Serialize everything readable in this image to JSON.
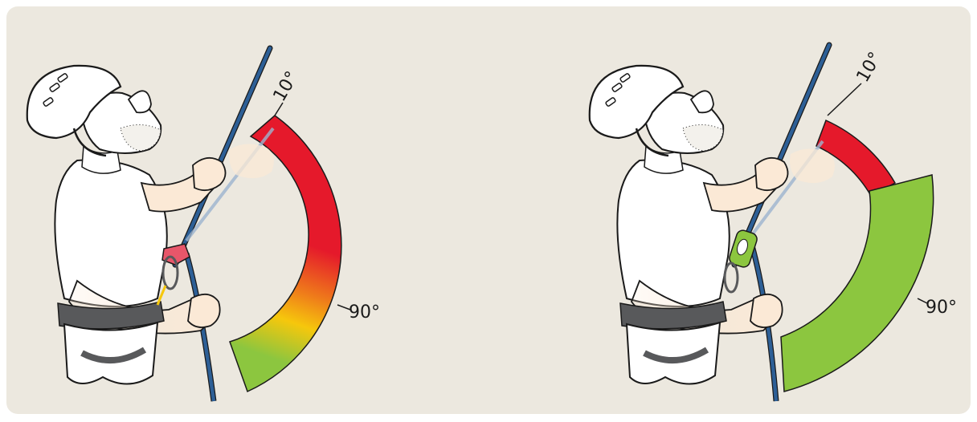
{
  "colors": {
    "background": "#ece8df",
    "rope": "#2d5f96",
    "danger": "#e5192b",
    "warn_orange": "#ef7d1a",
    "warn_yellow": "#f6c70c",
    "safe": "#8cc63f",
    "device_left": "#e8566a",
    "device_right": "#8cc63f",
    "outline": "#1a1a1a",
    "skin": "#fbe9d6",
    "harness": "#58595b"
  },
  "left_figure": {
    "top_label": "10°",
    "bottom_label": "90°",
    "gauge_style": "gradient red to green",
    "device_icon": "belay-device-red-icon"
  },
  "right_figure": {
    "top_label": "10°",
    "bottom_label": "90°",
    "gauge_style": "small red segment, large green segment",
    "device_icon": "belay-device-green-icon"
  }
}
